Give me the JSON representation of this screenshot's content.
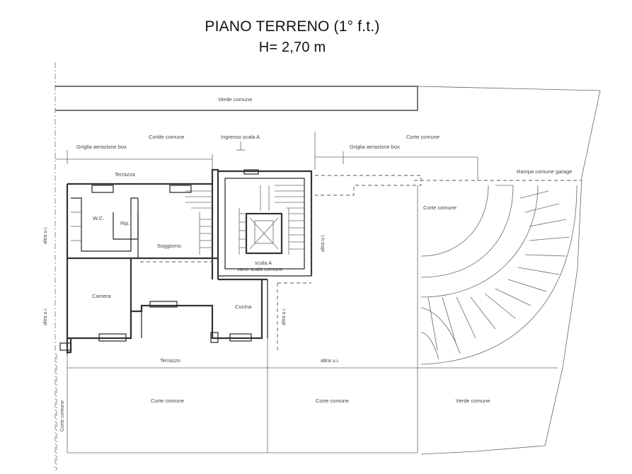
{
  "title": {
    "line1": "PIANO TERRENO (1° f.t.)",
    "line2": "H= 2,70 m"
  },
  "labels": {
    "verde_top": "Verde comune",
    "cortile": "Cortile comune",
    "ingresso": "Ingresso scala A",
    "corte_top": "Corte comune",
    "griglia_left": "Griglia aerazione box",
    "griglia_right": "Griglia aerazione box",
    "rampa": "Rampa comune garage",
    "terrazza_top": "Terrazza",
    "wc": "W.C.",
    "rip": "Rip.",
    "soggiorno": "Soggiorno",
    "scala": "scala A",
    "vano_scala": "vano scala comune",
    "corte_mid": "Corte comune",
    "camera": "Camera",
    "cucina": "Cucina",
    "terrazza_bottom": "Terrazzo",
    "altra_ui": "altra u.i.",
    "corte_bl": "Corte comune",
    "corte_bm": "Corte comune",
    "verde_br": "Verde comune",
    "altra_left1": "altra u.i.",
    "altra_left2": "altra u.i.",
    "corte_vert": "Corte comune",
    "altra_vert_mid": "altra u.i.",
    "altra_vert_stair": "altra u.i."
  }
}
